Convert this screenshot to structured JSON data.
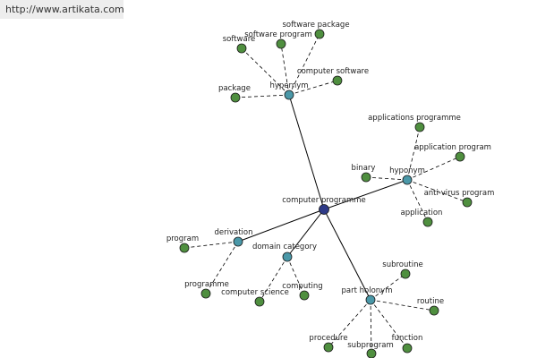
{
  "banner": {
    "url": "http://www.artikata.com"
  },
  "colors": {
    "center": "#2e3a87",
    "category": "#4a98a8",
    "leaf": "#4f8f3f",
    "edge": "#000000",
    "banner_bg": "#ededed"
  },
  "graph": {
    "center": {
      "id": "center",
      "label": "computer programme"
    },
    "categories": [
      {
        "id": "hypernym",
        "label": "hypernym"
      },
      {
        "id": "hyponym",
        "label": "hyponym"
      },
      {
        "id": "derivation",
        "label": "derivation"
      },
      {
        "id": "domain",
        "label": "domain category"
      },
      {
        "id": "holonym",
        "label": "part holonym"
      }
    ],
    "leaves": [
      {
        "id": "software",
        "parent": "hypernym",
        "label": "software"
      },
      {
        "id": "software-program",
        "parent": "hypernym",
        "label": "software program"
      },
      {
        "id": "software-package",
        "parent": "hypernym",
        "label": "software package"
      },
      {
        "id": "computer-software",
        "parent": "hypernym",
        "label": "computer software"
      },
      {
        "id": "package",
        "parent": "hypernym",
        "label": "package"
      },
      {
        "id": "applications-programme",
        "parent": "hyponym",
        "label": "applications programme"
      },
      {
        "id": "application-program",
        "parent": "hyponym",
        "label": "application program"
      },
      {
        "id": "binary",
        "parent": "hyponym",
        "label": "binary"
      },
      {
        "id": "anti-virus-program",
        "parent": "hyponym",
        "label": "anti-virus program"
      },
      {
        "id": "application",
        "parent": "hyponym",
        "label": "application"
      },
      {
        "id": "program",
        "parent": "derivation",
        "label": "program"
      },
      {
        "id": "programme",
        "parent": "derivation",
        "label": "programme"
      },
      {
        "id": "computer-science",
        "parent": "domain",
        "label": "computer science"
      },
      {
        "id": "computing",
        "parent": "domain",
        "label": "computing"
      },
      {
        "id": "subroutine",
        "parent": "holonym",
        "label": "subroutine"
      },
      {
        "id": "routine",
        "parent": "holonym",
        "label": "routine"
      },
      {
        "id": "procedure",
        "parent": "holonym",
        "label": "procedure"
      },
      {
        "id": "subprogram",
        "parent": "holonym",
        "label": "subprogram"
      },
      {
        "id": "function",
        "parent": "holonym",
        "label": "function"
      }
    ]
  }
}
